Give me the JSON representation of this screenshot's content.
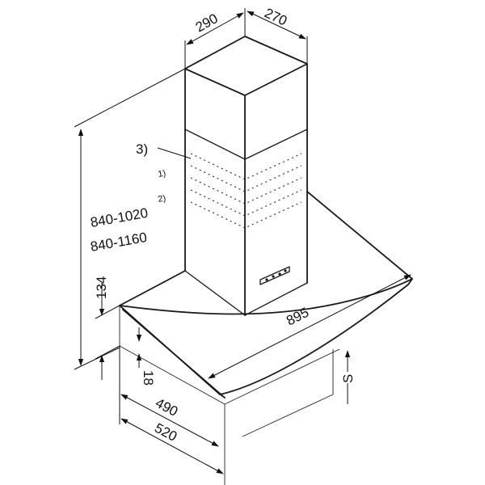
{
  "dimensions": {
    "width_top": "290",
    "depth_top": "270",
    "height_range_1": "840-1020",
    "height_range_2": "840-1160",
    "footnote_1": "1)",
    "footnote_2": "2)",
    "callout_3": "3)",
    "glass_depth": "134",
    "glass_thickness": "18",
    "hood_length": "895",
    "width_inner": "490",
    "width_outer": "520",
    "safety_distance": "S"
  }
}
